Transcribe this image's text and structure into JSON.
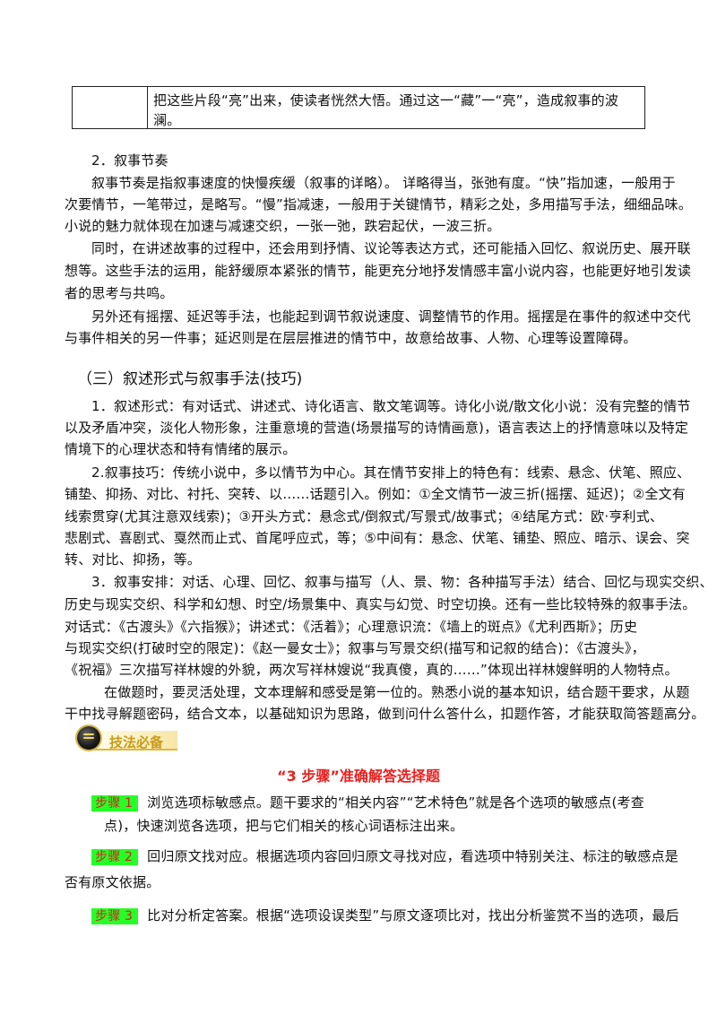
{
  "table_row": {
    "line1": "把这些片段“亮”出来，使读者恍然大悟。通过这一“藏”一“亮”，造成叙事的波",
    "line2": "澜。"
  },
  "section_rhythm": {
    "heading": "2．叙事节奏",
    "lines": [
      "叙事节奏是指叙事速度的快慢疾缓（叙事的详略）。 详略得当，张弛有度。“快”指加速，一般用于",
      "次要情节，一笔带过，是略写。“慢”指减速，一般用于关键情节，精彩之处，多用描写手法，细细品味。",
      "小说的魅力就体现在加速与减速交织，一张一弛，跌宕起伏，一波三折。",
      "同时，在讲述故事的过程中，还会用到抒情、议论等表达方式，还可能插入回忆、叙说历史、展开联",
      "想等。这些手法的运用，能舒缓原本紧张的情节，能更充分地抒发情感丰富小说内容，也能更好地引发读",
      "者的思考与共鸣。",
      "另外还有摇摆、延迟等手法，也能起到调节叙说速度、调整情节的作用。摇摆是在事件的叙述中交代",
      "与事件相关的另一件事；延迟则是在层层推进的情节中，故意给故事、人物、心理等设置障碍。"
    ]
  },
  "section_three": {
    "heading": "（三）叙述形式与叙事手法(技巧)",
    "lines": [
      "1．叙述形式：有对话式、讲述式、诗化语言、散文笔调等。诗化小说/散文化小说：没有完整的情节",
      "以及矛盾冲突，淡化人物形象，注重意境的营造(场景描写的诗情画意)，语言表达上的抒情意味以及特定",
      "情境下的心理状态和特有情绪的展示。",
      "2.叙事技巧：传统小说中，多以情节为中心。其在情节安排上的特色有：线索、悬念、伏笔、照应、",
      "铺垫、抑扬、对比、衬托、突转、以……话题引入。例如：①全文情节一波三折(摇摆、延迟)；②全文有",
      "线索贯穿(尤其注意双线索)；③开头方式：悬念式/倒叙式/写景式/故事式；④结尾方式：欧·亨利式、",
      "悲剧式、喜剧式、戛然而止式、首尾呼应式，等；⑤中间有：悬念、伏笔、铺垫、照应、暗示、误会、突",
      "转、对比、抑扬，等。",
      "3．叙事安排：对话、心理、回忆、叙事与描写（人、景、物：各种描写手法）结合、回忆与现实交织、",
      "历史与现实交织、科学和幻想、时空/场景集中、真实与幻觉、时空切换。还有一些比较特殊的叙事手法。",
      "对话式：《古渡头》《六指猴》；讲述式：《活着》；心理意识流：《墙上的斑点》《尤利西斯》；历史",
      "与现实交织(打破时空的限定)：《赵一曼女士》；叙事与写景交织(描写和记叙的结合)：《古渡头》，",
      "《祝福》三次描写祥林嫂的外貌，两次写祥林嫂说“我真傻，真的……”体现出祥林嫂鲜明的人物特点。",
      "在做题时，要灵活处理，文本理解和感受是第一位的。熟悉小说的基本知识，结合题干要求，从题",
      "干中找寻解题密码，结合文本，以基础知识为思路，做到问什么答什么，扣题作答，才能获取简答题高分。"
    ]
  },
  "banner": {
    "label": "技法必备",
    "icon": "book-icon"
  },
  "steps_title": "“3 步骤”准确解答选择题",
  "steps": [
    {
      "tag": "步骤 1",
      "line1": "浏览选项标敏感点。题干要求的“相关内容”“艺术特色”就是各个选项的敏感点(考查",
      "line2": "点)，快速浏览各选项，把与它们相关的核心词语标注出来。"
    },
    {
      "tag": "步骤 2",
      "line1": "回归原文找对应。根据选项内容回归原文寻找对应，看选项中特别关注、标注的敏感点是",
      "line2": "否有原文依据。"
    },
    {
      "tag": "步骤 3",
      "line1": "比对分析定答案。根据“选项设误类型”与原文逐项比对，找出分析鉴赏不当的选项，最后",
      "line2": ""
    }
  ],
  "colors": {
    "tag_bg": "#26ff26",
    "tag_text": "#d42020",
    "title_red": "#e8201f",
    "banner_gold": "#c79a1b"
  }
}
